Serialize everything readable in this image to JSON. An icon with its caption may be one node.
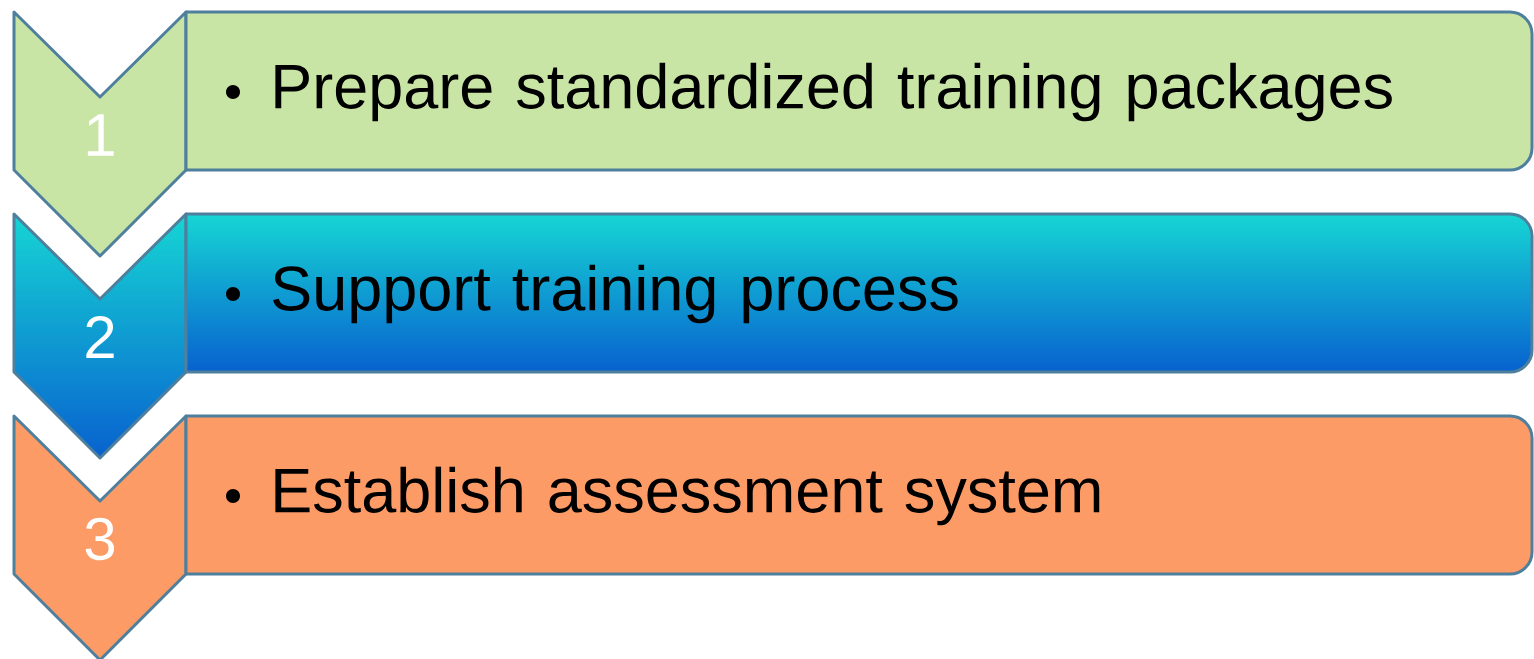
{
  "diagram": {
    "nodes": [
      {
        "text": [
          "1"
        ]
      },
      {
        "text": [
          "Prepare standardized training packages"
        ]
      },
      {
        "text": [
          "2"
        ]
      },
      {
        "text": [
          "Support training process"
        ]
      },
      {
        "text": [
          "3"
        ]
      },
      {
        "text": [
          "Establish assessment system"
        ]
      }
    ]
  }
}
